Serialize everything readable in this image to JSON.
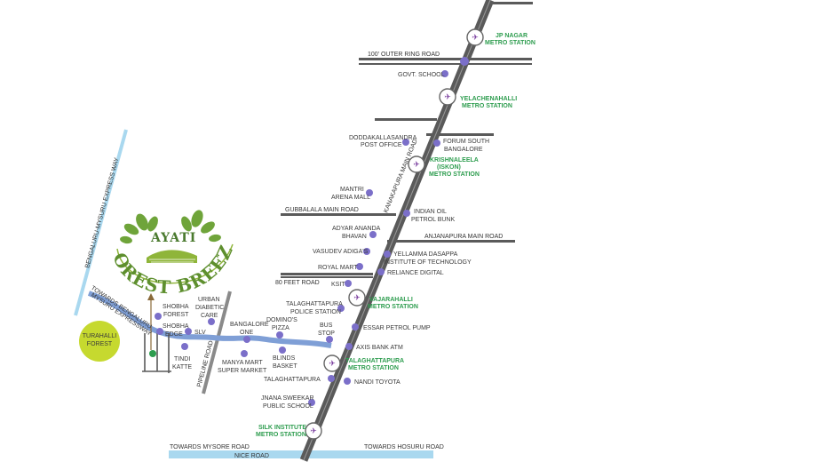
{
  "logo": {
    "top": "AYATI",
    "main": "FOREST BREEZE"
  },
  "roads": {
    "outer_ring": "100' OUTER RING ROAD",
    "gubbalala": "GUBBALALA MAIN ROAD",
    "anjanapura": "ANJANAPURA MAIN ROAD",
    "feet80": "80 FEET ROAD",
    "kanakapura": "KANAKAPURA MAIN ROAD",
    "pipeline": "PIPELINE ROAD",
    "expressway": "BENGALURU-MYSURU EXPRESS WAY",
    "towards_exp_1": "TOWARDS BENGALURU",
    "towards_exp_2": "MYSURU EXPRESSWAY",
    "mysore": "TOWARDS MYSORE ROAD",
    "hosur": "TOWARDS HOSURU ROAD",
    "nice": "NICE ROAD"
  },
  "metro": {
    "jp_1": "JP NAGAR",
    "jp_2": "METRO STATION",
    "yel_1": "YELACHENAHALLI",
    "yel_2": "METRO STATION",
    "kri_1": "KRISHNALEELA",
    "kri_2": "(ISKON)",
    "kri_3": "METRO STATION",
    "vaj_1": "VAJARAHALLI",
    "vaj_2": "METRO STATION",
    "tal_1": "TALAGHATTAPURA",
    "tal_2": "METRO STATION",
    "silk_1": "SILK INSTITUTE",
    "silk_2": "METRO STATION"
  },
  "places": {
    "govt_school": "GOVT. SCHOOL",
    "dodda_1": "DODDAKALLASANDRA",
    "dodda_2": "POST OFFICE",
    "forum_1": "FORUM SOUTH",
    "forum_2": "BANGALORE",
    "mantri_1": "MANTRI",
    "mantri_2": "ARENA MALL",
    "indian_1": "INDIAN OIL",
    "indian_2": "PETROL BUNK",
    "adyar_1": "ADYAR ANANDA",
    "adyar_2": "BHAVAN",
    "vasudev": "VASUDEV ADIGA'S",
    "yell_1": "YELLAMMA DASAPPA",
    "yell_2": "INSTITUTE OF TECHNOLOGY",
    "royal": "ROYAL MART",
    "reliance": "RELIANCE DIGITAL",
    "ksit": "KSIT",
    "talps_1": "TALAGHATTAPURA",
    "talps_2": "POLICE STATION",
    "essar": "ESSAR PETROL PUMP",
    "busstop_1": "BUS",
    "busstop_2": "STOP",
    "axis": "AXIS BANK ATM",
    "dominos_1": "DOMINO'S",
    "dominos_2": "PIZZA",
    "blr1_1": "BANGALORE",
    "blr1_2": "ONE",
    "blinds_1": "BLINDS",
    "blinds_2": "BASKET",
    "manya_1": "MANYA MART",
    "manya_2": "SUPER MARKET",
    "talaghattapura": "TALAGHATTAPURA",
    "nandi": "NANDI TOYOTA",
    "jnana_1": "JNANA SWEEKAR",
    "jnana_2": "PUBLIC SCHOOL",
    "urban_1": "URBAN",
    "urban_2": "DIABETIC",
    "urban_3": "CARE",
    "shobha_forest_1": "SHOBHA",
    "shobha_forest_2": "FOREST",
    "shobha_edge_1": "SHOBHA",
    "shobha_edge_2": "EDGE",
    "slv": "SLV",
    "tindi_1": "TINDI",
    "tindi_2": "KATTE",
    "turahalli_1": "TURAHALLI",
    "turahalli_2": "FOREST"
  },
  "colors": {
    "main_road": "#5a5a5a",
    "road": "#5a5a5a",
    "blue_road": "#7f9fd6",
    "light_blue": "#a9d8ef",
    "poi": "#7b6fc9",
    "metro_text": "#2e9d4f",
    "forest": "#c6d92f",
    "logo_green": "#5e8f2e"
  },
  "icons": {
    "metro": "train-icon",
    "poi": "map-pin-dot",
    "leaf": "leaf-icon"
  }
}
